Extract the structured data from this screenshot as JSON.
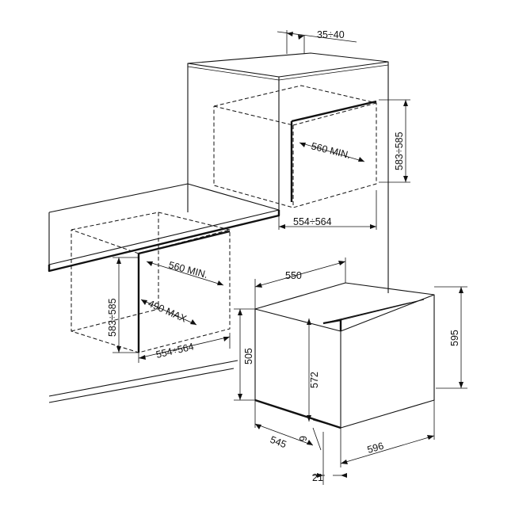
{
  "dimensions": {
    "top_gap": "35÷40",
    "upper_height": "583÷585",
    "upper_depth": "560 MIN.",
    "upper_width": "554÷564",
    "lower_depth": "560 MIN.",
    "lower_height": "583÷585",
    "lower_depth_max": "490 MAX",
    "lower_width": "554÷564",
    "oven_depth_top": "550",
    "oven_height_total": "595",
    "oven_height_front": "505",
    "oven_inner_height": "572",
    "oven_bottom_depth": "545",
    "oven_front_step": "6",
    "oven_width": "596",
    "oven_panel_thickness": "21"
  }
}
